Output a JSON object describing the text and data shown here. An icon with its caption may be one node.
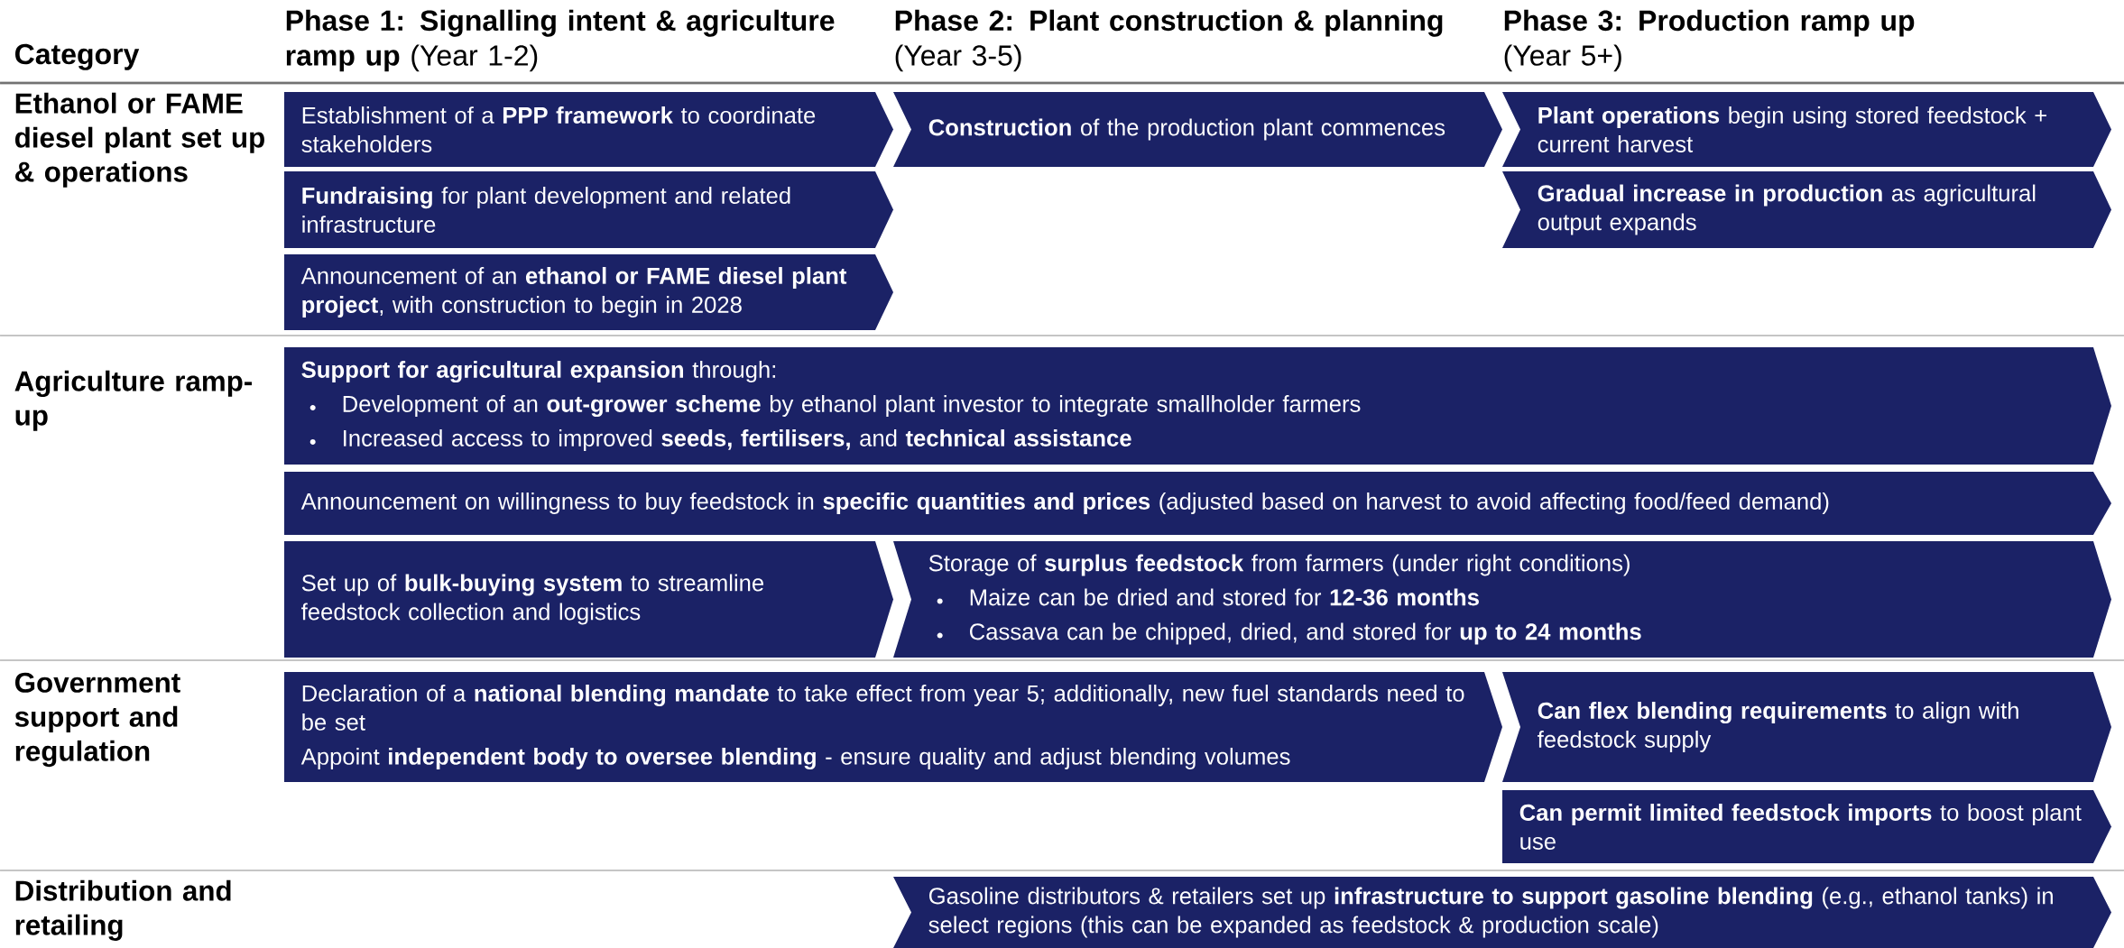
{
  "diagram": {
    "nodes": [
      {
        "text": [
          "Establishment of a **PPP framework** to coordinate stakeholders"
        ]
      },
      {
        "text": [
          "**Construction** of the production plant commences"
        ]
      },
      {
        "text": [
          "**Plant operations** begin using stored feedstock + current harvest"
        ]
      },
      {
        "text": [
          "**Fundraising** for plant development and related infrastructure"
        ]
      },
      {
        "text": [
          "**Gradual increase in production** as agricultural output expands"
        ]
      },
      {
        "text": [
          "Announcement of an **ethanol or FAME diesel plant project**, with construction to begin in 2028"
        ]
      },
      {
        "text": [
          "**Support for agricultural expansion** through:",
          "Development of an **out-grower scheme** by ethanol plant investor to integrate smallholder farmers",
          "Increased access to improved **seeds, fertilisers,** and **technical assistance**"
        ]
      },
      {
        "text": [
          "Announcement on willingness to buy feedstock in **specific quantities and prices** (adjusted based on harvest to avoid affecting food/feed demand)"
        ]
      },
      {
        "text": [
          "Set up of **bulk-buying system** to streamline feedstock collection and logistics"
        ]
      },
      {
        "text": [
          "Storage of **surplus feedstock** from farmers (under right conditions)",
          "Maize can be dried and stored for **12-36 months**",
          "Cassava can be chipped, dried, and stored for **up to 24 months**"
        ]
      },
      {
        "text": [
          "Declaration of a **national blending mandate** to take effect from year 5; additionally, new fuel standards need to be set",
          "Appoint **independent body to oversee blending** - ensure quality and adjust blending volumes"
        ]
      },
      {
        "text": [
          "**Can flex blending requirements** to align with feedstock supply"
        ]
      },
      {
        "text": [
          "**Can permit limited feedstock imports** to boost plant use"
        ]
      },
      {
        "text": [
          "Gasoline distributors & retailers set up **infrastructure to support gasoline blending** (e.g., ethanol tanks) in select regions (this can be expanded as feedstock & production scale)"
        ]
      }
    ],
    "labels": [
      "Category",
      "**Phase 1: Signalling intent & agriculture ramp up** (Year 1-2)",
      "**Phase 2: Plant construction & planning** (Year 3-5)",
      "**Phase 3: Production ramp up** (Year 5+)",
      "Ethanol or FAME diesel plant set up & operations",
      "Agriculture ramp-up",
      "Government support and regulation",
      "Distribution and retailing"
    ]
  }
}
